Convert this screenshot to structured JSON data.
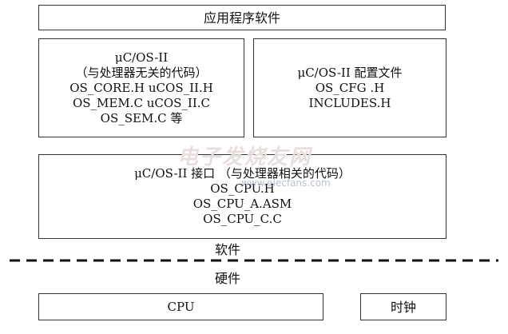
{
  "application": {
    "label": "应用程序软件"
  },
  "kernel": {
    "lines": [
      "μC/OS-II",
      "（与处理器无关的代码）",
      "OS_CORE.H  uCOS_II.H",
      "OS_MEM.C  uCOS_II.C",
      "OS_SEM.C    等"
    ]
  },
  "config": {
    "lines": [
      "μC/OS-II 配置文件",
      "OS_CFG .H",
      "INCLUDES.H"
    ]
  },
  "port": {
    "lines": [
      "μC/OS-II 接口  （与处理器相关的代码）",
      "OS_CPU.H",
      "OS_CPU_A.ASM",
      "OS_CPU_C.C"
    ]
  },
  "layers": {
    "software": "软件",
    "hardware": "硬件"
  },
  "hardware": {
    "cpu": "CPU",
    "clock": "时钟"
  },
  "watermark": {
    "text": "电子发烧友网",
    "url": "www.elecfans.com"
  },
  "colors": {
    "border": "#333333",
    "text": "#111111",
    "background": "#ffffff"
  }
}
